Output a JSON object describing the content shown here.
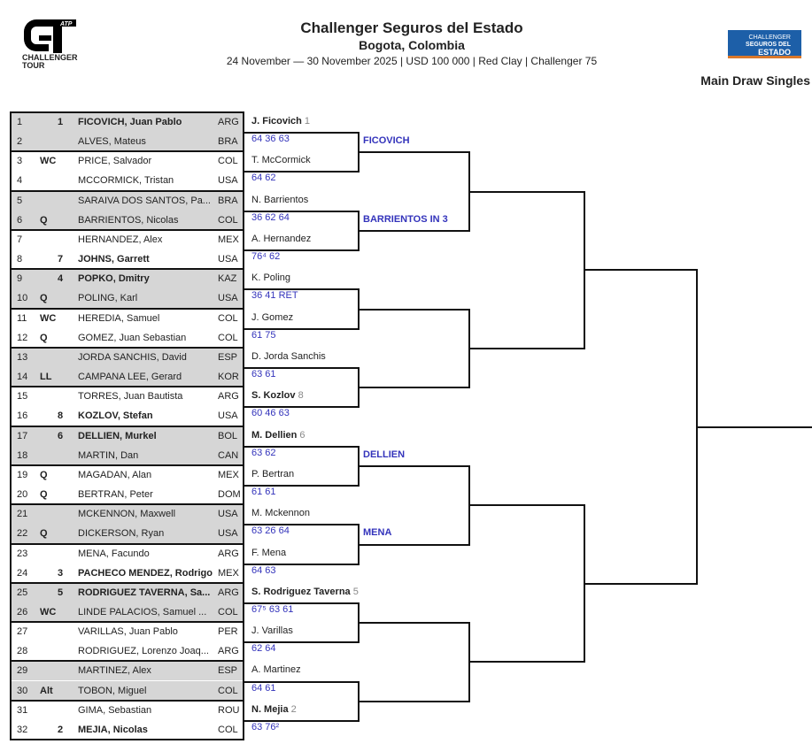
{
  "header": {
    "title": "Challenger Seguros del Estado",
    "subtitle": "Bogota, Colombia",
    "info": "24 November — 30 November 2025 | USD 100 000 | Red Clay | Challenger 75",
    "draw_type": "Main Draw Singles",
    "logo_left": {
      "brand": "ATP",
      "line1": "CHALLENGER",
      "line2": "TOUR"
    },
    "logo_right": {
      "line1": "CHALLENGER",
      "line2": "SEGUROS DEL",
      "line3": "ESTADO"
    }
  },
  "colors": {
    "score": "#3333bb",
    "shade": "#d6d6d6",
    "logo_right_bg": "#1d5fa8"
  },
  "players": [
    {
      "num": "1",
      "entry": "",
      "seed": "1",
      "name": "FICOVICH, Juan Pablo",
      "nat": "ARG",
      "bold": true
    },
    {
      "num": "2",
      "entry": "",
      "seed": "",
      "name": "ALVES, Mateus",
      "nat": "BRA"
    },
    {
      "num": "3",
      "entry": "WC",
      "seed": "",
      "name": "PRICE, Salvador",
      "nat": "COL"
    },
    {
      "num": "4",
      "entry": "",
      "seed": "",
      "name": "MCCORMICK, Tristan",
      "nat": "USA"
    },
    {
      "num": "5",
      "entry": "",
      "seed": "",
      "name": "SARAIVA DOS SANTOS, Pa...",
      "nat": "BRA"
    },
    {
      "num": "6",
      "entry": "Q",
      "seed": "",
      "name": "BARRIENTOS, Nicolas",
      "nat": "COL"
    },
    {
      "num": "7",
      "entry": "",
      "seed": "",
      "name": "HERNANDEZ, Alex",
      "nat": "MEX"
    },
    {
      "num": "8",
      "entry": "",
      "seed": "7",
      "name": "JOHNS, Garrett",
      "nat": "USA",
      "bold": true
    },
    {
      "num": "9",
      "entry": "",
      "seed": "4",
      "name": "POPKO, Dmitry",
      "nat": "KAZ",
      "bold": true
    },
    {
      "num": "10",
      "entry": "Q",
      "seed": "",
      "name": "POLING, Karl",
      "nat": "USA"
    },
    {
      "num": "11",
      "entry": "WC",
      "seed": "",
      "name": "HEREDIA, Samuel",
      "nat": "COL"
    },
    {
      "num": "12",
      "entry": "Q",
      "seed": "",
      "name": "GOMEZ, Juan Sebastian",
      "nat": "COL"
    },
    {
      "num": "13",
      "entry": "",
      "seed": "",
      "name": "JORDA SANCHIS, David",
      "nat": "ESP"
    },
    {
      "num": "14",
      "entry": "LL",
      "seed": "",
      "name": "CAMPANA LEE, Gerard",
      "nat": "KOR"
    },
    {
      "num": "15",
      "entry": "",
      "seed": "",
      "name": "TORRES, Juan Bautista",
      "nat": "ARG"
    },
    {
      "num": "16",
      "entry": "",
      "seed": "8",
      "name": "KOZLOV, Stefan",
      "nat": "USA",
      "bold": true
    },
    {
      "num": "17",
      "entry": "",
      "seed": "6",
      "name": "DELLIEN, Murkel",
      "nat": "BOL",
      "bold": true
    },
    {
      "num": "18",
      "entry": "",
      "seed": "",
      "name": "MARTIN, Dan",
      "nat": "CAN"
    },
    {
      "num": "19",
      "entry": "Q",
      "seed": "",
      "name": "MAGADAN, Alan",
      "nat": "MEX"
    },
    {
      "num": "20",
      "entry": "Q",
      "seed": "",
      "name": "BERTRAN, Peter",
      "nat": "DOM"
    },
    {
      "num": "21",
      "entry": "",
      "seed": "",
      "name": "MCKENNON, Maxwell",
      "nat": "USA"
    },
    {
      "num": "22",
      "entry": "Q",
      "seed": "",
      "name": "DICKERSON, Ryan",
      "nat": "USA"
    },
    {
      "num": "23",
      "entry": "",
      "seed": "",
      "name": "MENA, Facundo",
      "nat": "ARG"
    },
    {
      "num": "24",
      "entry": "",
      "seed": "3",
      "name": "PACHECO MENDEZ, Rodrigo",
      "nat": "MEX",
      "bold": true
    },
    {
      "num": "25",
      "entry": "",
      "seed": "5",
      "name": "RODRIGUEZ TAVERNA, Sa...",
      "nat": "ARG",
      "bold": true
    },
    {
      "num": "26",
      "entry": "WC",
      "seed": "",
      "name": "LINDE PALACIOS, Samuel ...",
      "nat": "COL"
    },
    {
      "num": "27",
      "entry": "",
      "seed": "",
      "name": "VARILLAS, Juan Pablo",
      "nat": "PER"
    },
    {
      "num": "28",
      "entry": "",
      "seed": "",
      "name": "RODRIGUEZ, Lorenzo Joaq...",
      "nat": "ARG"
    },
    {
      "num": "29",
      "entry": "",
      "seed": "",
      "name": "MARTINEZ, Alex",
      "nat": "ESP"
    },
    {
      "num": "30",
      "entry": "Alt",
      "seed": "",
      "name": "TOBON, Miguel",
      "nat": "COL"
    },
    {
      "num": "31",
      "entry": "",
      "seed": "",
      "name": "GIMA, Sebastian",
      "nat": "ROU"
    },
    {
      "num": "32",
      "entry": "",
      "seed": "2",
      "name": "MEJIA, Nicolas",
      "nat": "COL",
      "bold": true
    }
  ],
  "round1_winners": [
    {
      "name": "J. Ficovich",
      "seed": "1",
      "score": "64 36 63",
      "bold": true
    },
    {
      "name": "T. McCormick",
      "seed": "",
      "score": "64 62"
    },
    {
      "name": "N. Barrientos",
      "seed": "",
      "score": "36 62 64"
    },
    {
      "name": "A. Hernandez",
      "seed": "",
      "score": "76⁴ 62"
    },
    {
      "name": "K. Poling",
      "seed": "",
      "score": "36 41 RET"
    },
    {
      "name": "J. Gomez",
      "seed": "",
      "score": "61 75"
    },
    {
      "name": "D. Jorda Sanchis",
      "seed": "",
      "score": "63 61"
    },
    {
      "name": "S. Kozlov",
      "seed": "8",
      "score": "60 46 63",
      "bold": true
    },
    {
      "name": "M. Dellien",
      "seed": "6",
      "score": "63 62",
      "bold": true
    },
    {
      "name": "P. Bertran",
      "seed": "",
      "score": "61 61"
    },
    {
      "name": "M. Mckennon",
      "seed": "",
      "score": "63 26 64"
    },
    {
      "name": "F. Mena",
      "seed": "",
      "score": "64 63"
    },
    {
      "name": "S. Rodriguez Taverna",
      "seed": "5",
      "score": "67⁵ 63 61",
      "bold": true
    },
    {
      "name": "J. Varillas",
      "seed": "",
      "score": "62 64"
    },
    {
      "name": "A. Martinez",
      "seed": "",
      "score": "64 61"
    },
    {
      "name": "N. Mejia",
      "seed": "2",
      "score": "63 76²",
      "bold": true
    }
  ],
  "round2_results": [
    "FICOVICH",
    "BARRIENTOS IN 3",
    "",
    "",
    "DELLIEN",
    "MENA",
    "",
    ""
  ]
}
